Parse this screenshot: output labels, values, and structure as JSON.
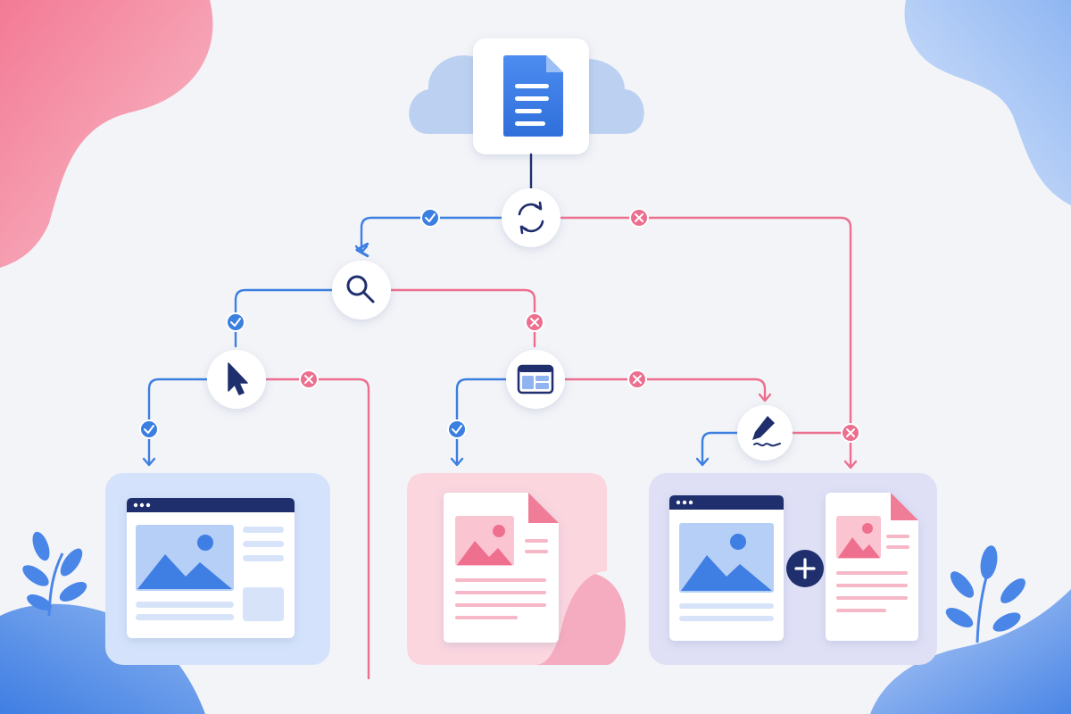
{
  "diagram": {
    "root_node": {
      "icon": "document-icon"
    },
    "decision_nodes": [
      {
        "id": "sync",
        "icon": "sync-icon"
      },
      {
        "id": "search",
        "icon": "search-icon"
      },
      {
        "id": "pointer",
        "icon": "cursor-icon"
      },
      {
        "id": "layout",
        "icon": "browser-layout-icon"
      },
      {
        "id": "edit",
        "icon": "pen-signature-icon"
      }
    ],
    "branch_markers": {
      "yes": {
        "icon": "check-icon",
        "color": "#3b7fe0"
      },
      "no": {
        "icon": "x-icon",
        "color": "#ec6f8f"
      }
    },
    "outcome_cards": [
      {
        "id": "webpage",
        "icon": "webpage-card-icon",
        "theme": "#d4e3fb"
      },
      {
        "id": "image-document",
        "icon": "image-document-icon",
        "theme": "#fbd6df"
      },
      {
        "id": "combined",
        "icon": "webpage-plus-document-icon",
        "combine_icon": "plus-icon",
        "theme": "#dfe0f6"
      }
    ]
  },
  "colors": {
    "background": "#f3f4f8",
    "blue": "#3b7fe0",
    "pink": "#ec6f8f",
    "navy": "#1f2f6e",
    "node_fill": "#ffffff"
  }
}
